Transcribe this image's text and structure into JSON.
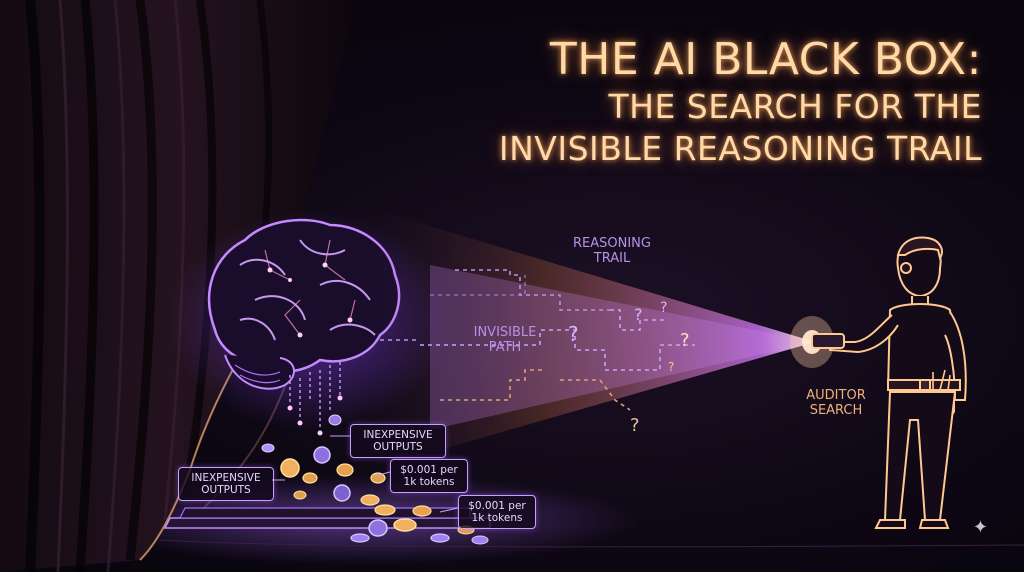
{
  "title": {
    "line1": "THE AI BLACK BOX:",
    "line2": "THE SEARCH FOR THE",
    "line3": "INVISIBLE REASONING TRAIL"
  },
  "labels": {
    "reasoning_trail": "REASONING TRAIL",
    "invisible_path": "INVISIBLE PATH",
    "auditor_search": "AUDITOR SEARCH"
  },
  "callouts": {
    "inexpensive_outputs_upper": "INEXPENSIVE OUTPUTS",
    "inexpensive_outputs_lower": "INEXPENSIVE OUTPUTS",
    "price_upper": "$0.001 per 1k tokens",
    "price_lower": "$0.001 per 1k tokens"
  },
  "question_marks": [
    "?",
    "?",
    "?",
    "?",
    "?",
    "?"
  ],
  "colors": {
    "accent_purple": "#b87cff",
    "accent_orange": "#ffb070",
    "background": "#0c0712"
  },
  "icons": {
    "corner": "sparkle-icon"
  }
}
